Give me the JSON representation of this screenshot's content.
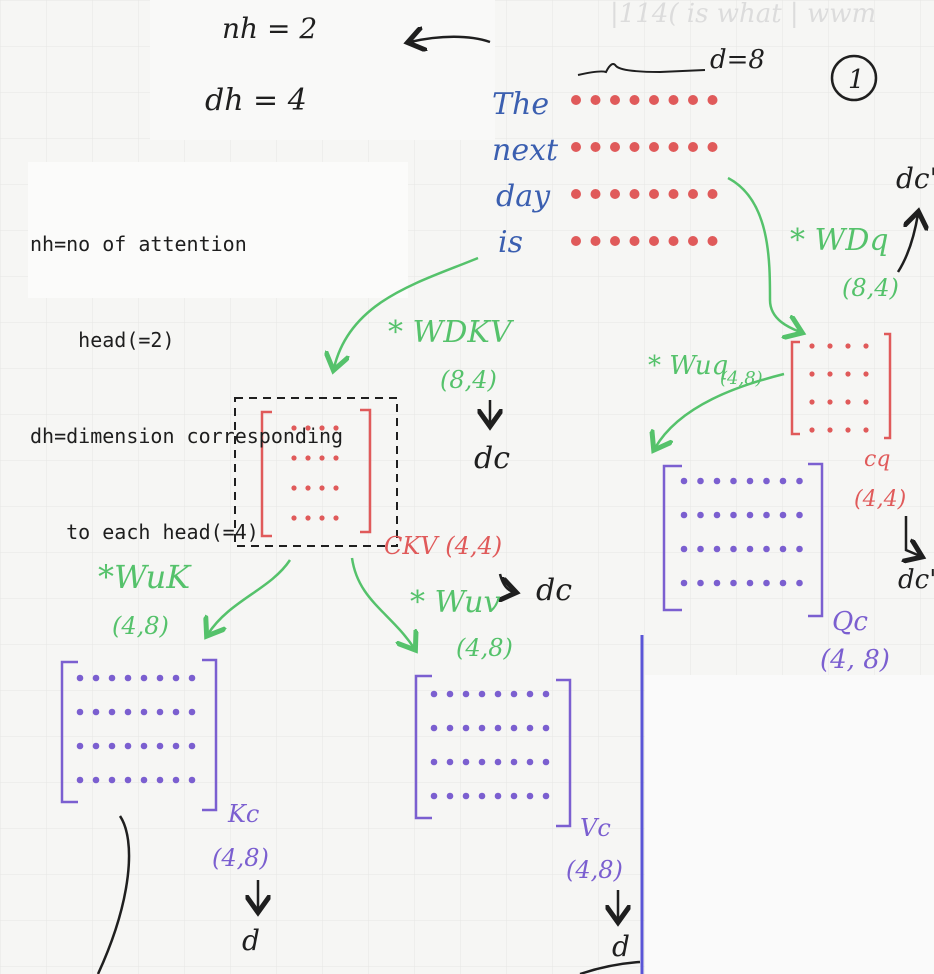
{
  "notes": {
    "line1": "nh=no of attention",
    "line2": "    head(=2)",
    "line3": "dh=dimension corresponding",
    "line4": "   to each head(=4)"
  },
  "handwriting": {
    "nh": "nh = 2",
    "dh": "dh = 4",
    "d8": "d=8",
    "circle_one": "1",
    "tokens": [
      "The",
      "next",
      "day",
      "is"
    ],
    "wdkv": "* WDKV",
    "wdkv_shape": "(8,4)",
    "dc_down": "dc",
    "ckv": "CKV (4,4)",
    "dc_right": "dc",
    "wdq": "* WDq",
    "wdq_shape": "(8,4)",
    "dc_prime_top": "dc'",
    "wuq": "* Wuq",
    "wuq_shape": "(4,8)",
    "cq": "cq",
    "cq_shape": "(4,4)",
    "dc_prime": "dc'",
    "qc": "Qc",
    "qc_shape": "(4, 8)",
    "wuk": "*WuK",
    "wuk_shape": "(4,8)",
    "wuv": "* Wuv",
    "wuv_shape": "(4,8)",
    "kc": "Kc",
    "kc_shape": "(4,8)",
    "vc": "Vc",
    "vc_shape": "(4,8)",
    "d_k": "d",
    "d_v": "d"
  },
  "colors": {
    "ink": "#1f1f1f",
    "token_blue": "#3b5fb0",
    "red": "#e05a5a",
    "green": "#55c26b",
    "purple": "#7b5fd0"
  }
}
